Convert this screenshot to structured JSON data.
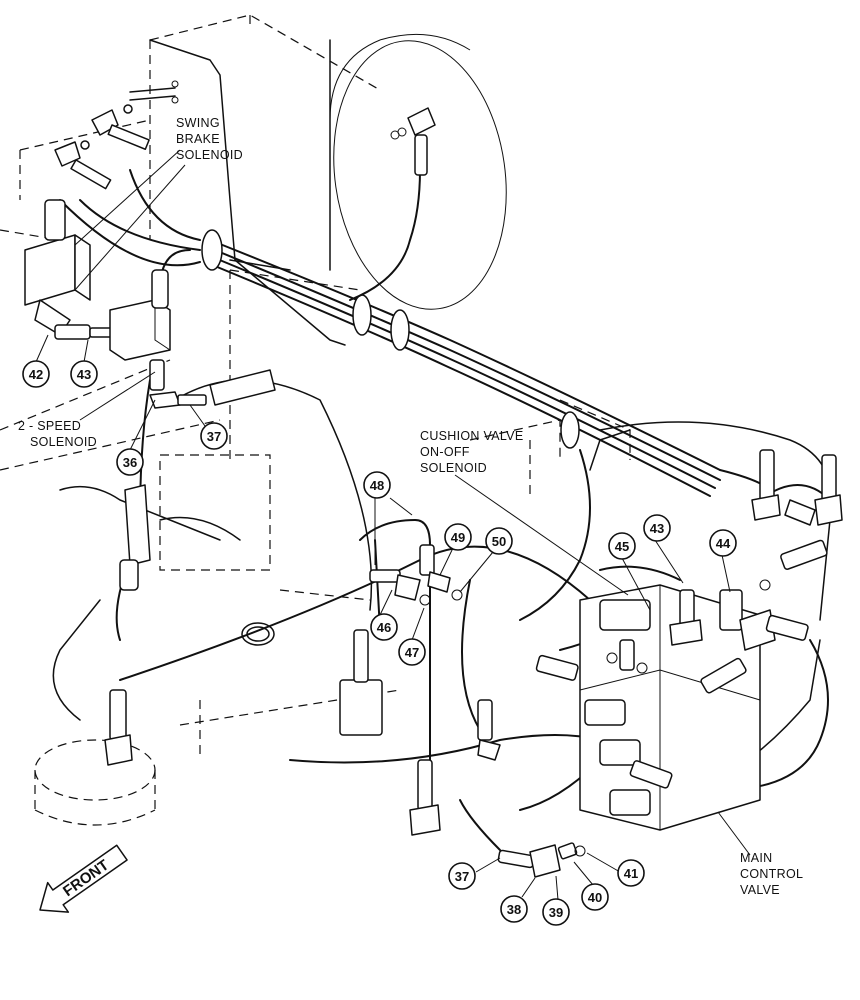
{
  "labels": {
    "swing_brake": [
      "SWING",
      "BRAKE",
      "SOLENOID"
    ],
    "two_speed": [
      "2 - SPEED",
      "SOLENOID"
    ],
    "cushion": [
      "CUSHION VALVE",
      "ON-OFF",
      "SOLENOID"
    ],
    "main_valve": [
      "MAIN",
      "CONTROL",
      "VALVE"
    ],
    "front": "FRONT"
  },
  "callouts": [
    "42",
    "43",
    "37",
    "36",
    "48",
    "49",
    "50",
    "46",
    "47",
    "45",
    "43",
    "44",
    "37",
    "38",
    "39",
    "40",
    "41"
  ]
}
